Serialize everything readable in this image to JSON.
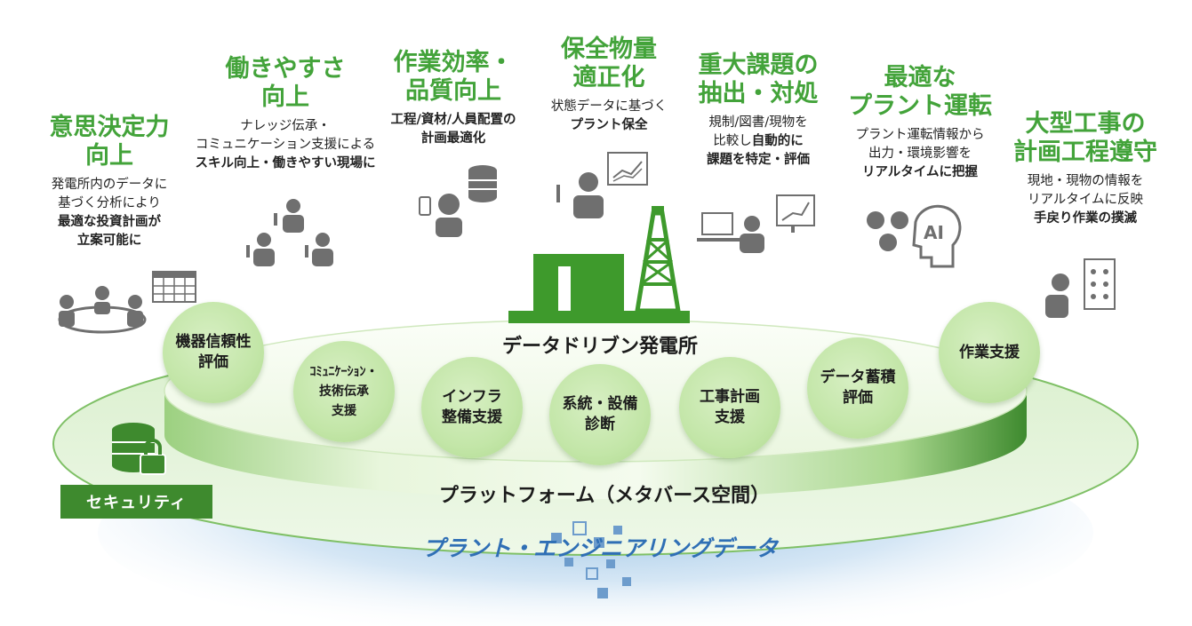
{
  "benefits": [
    {
      "id": "decision",
      "head": [
        "意思決定力",
        "向上"
      ],
      "desc": [
        "発電所内のデータに",
        "基づく分析により"
      ],
      "desc_bold": [
        "最適な投資計画が",
        "立案可能に"
      ]
    },
    {
      "id": "work-ease",
      "head": [
        "働きやすさ",
        "向上"
      ],
      "desc": [
        "ナレッジ伝承・",
        "コミュニケーション支援による"
      ],
      "desc_bold": [
        "スキル向上・働きやすい現場に"
      ]
    },
    {
      "id": "efficiency",
      "head": [
        "作業効率・",
        "品質向上"
      ],
      "desc": [],
      "desc_bold": [
        "工程/資材/人員配置の",
        "計画最適化"
      ]
    },
    {
      "id": "maintenance",
      "head": [
        "保全物量",
        "適正化"
      ],
      "desc": [
        "状態データに基づく"
      ],
      "desc_bold": [
        "プラント保全"
      ]
    },
    {
      "id": "issues",
      "head": [
        "重大課題の",
        "抽出・対処"
      ],
      "desc": [
        "規制/図書/現物を",
        "比較し"
      ],
      "desc_bold": [
        "自動的に",
        "課題を特定・評価"
      ]
    },
    {
      "id": "operation",
      "head": [
        "最適な",
        "プラント運転"
      ],
      "desc": [
        "プラント運転情報から",
        "出力・環境影響を"
      ],
      "desc_bold": [
        "リアルタイムに把握"
      ]
    },
    {
      "id": "construction",
      "head": [
        "大型工事の",
        "計画工程遵守"
      ],
      "desc": [
        "現地・現物の情報を",
        "リアルタイムに反映"
      ],
      "desc_bold": [
        "手戻り作業の撲滅"
      ]
    }
  ],
  "services": [
    {
      "id": "reliability",
      "label": "機器信頼性\n評価"
    },
    {
      "id": "communication",
      "label": "ｺﾐｭﾆｹｰｼｮﾝ・\n技術伝承\n支援"
    },
    {
      "id": "infra",
      "label": "インフラ\n整備支援"
    },
    {
      "id": "diagnosis",
      "label": "系統・設備\n診断"
    },
    {
      "id": "construction-plan",
      "label": "工事計画\n支援"
    },
    {
      "id": "data-storage",
      "label": "データ蓄積\n評価"
    },
    {
      "id": "work-support",
      "label": "作業支援"
    }
  ],
  "center_label": "データドリブン発電所",
  "platform_label": "プラットフォーム（メタバース空間）",
  "data_label": "プラント・エンジニアリングデータ",
  "security_label": "セキュリティ",
  "ai_label": "AI",
  "colors": {
    "accent_green": "#43a33a",
    "dark_green": "#3e8a2e",
    "data_blue": "#2f6fb5"
  }
}
